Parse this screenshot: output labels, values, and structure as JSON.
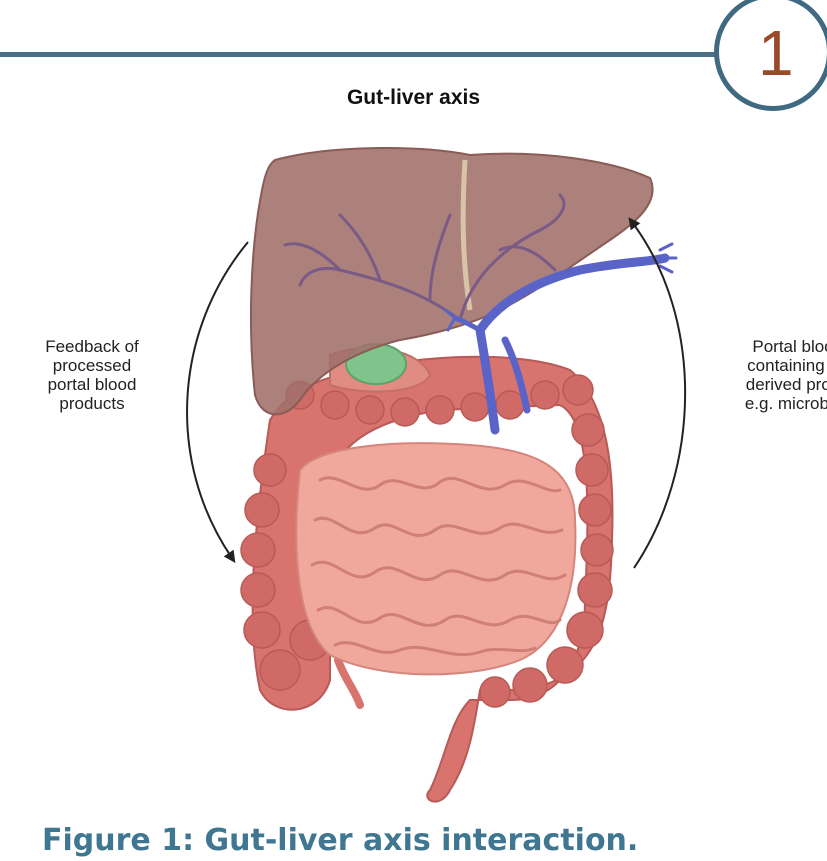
{
  "badge_number": "1",
  "diagram_title": "Gut-liver axis",
  "left_label": "Feedback of\nprocessed\nportal blood\nproducts",
  "right_label": "Portal bloo\ncontaining g\nderived prod\ne.g. microbic",
  "caption": "Figure 1: Gut-liver axis interaction.",
  "colors": {
    "rule": "#4b6f85",
    "badge_ring": "#3f6a82",
    "badge_number": "#9a4a2a",
    "caption": "#3f7691",
    "liver": "#a0706a",
    "portal_vein": "#5a64c8",
    "intestine": "#e8958c",
    "colon": "#d8736e",
    "gallbladder": "#7fc48a"
  },
  "icons": [
    "feedback-arrow-icon",
    "portal-flow-arrow-icon"
  ]
}
